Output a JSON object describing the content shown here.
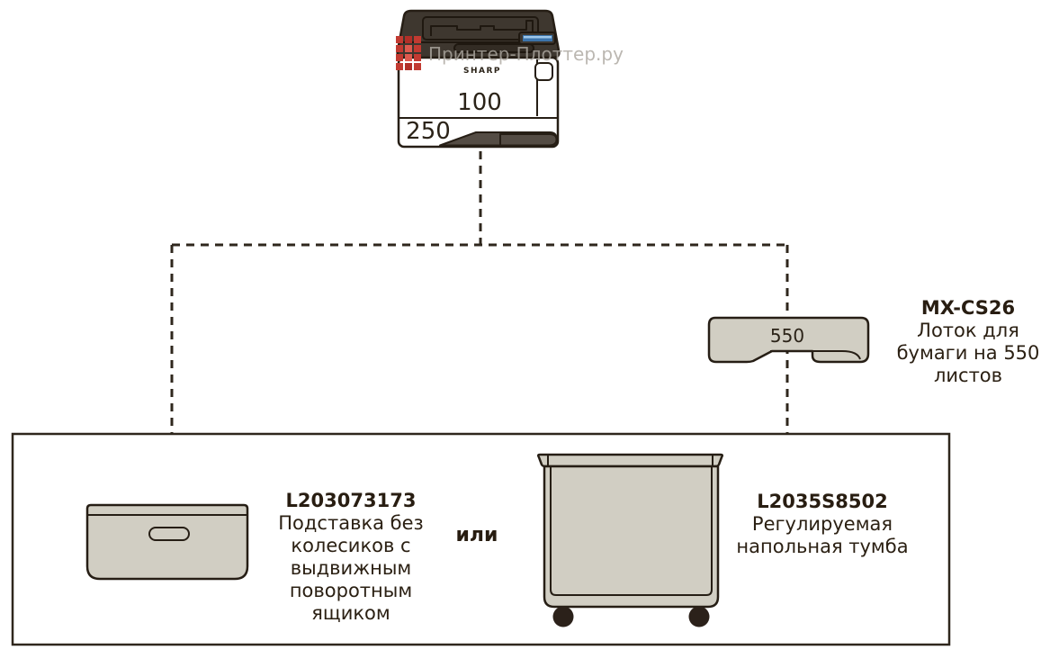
{
  "colors": {
    "outline": "#2f271d",
    "panel_beige": "#d1cec3",
    "printer_dark": "#3e372f",
    "printer_base_dark": "#544c44",
    "accent_blue": "#3c74ab",
    "accent_blue_light": "#9ec7ea",
    "watermark_red": "#c23a31"
  },
  "watermark": {
    "text": "Принтер-Плоттер.ру"
  },
  "printer": {
    "brand": "SHARP",
    "output_tray_capacity": "100",
    "main_tray_capacity": "250"
  },
  "paper_tray_option": {
    "model": "MX-CS26",
    "capacity": "550",
    "description_lines": [
      "Лоток для",
      "бумаги на 550",
      "листов"
    ]
  },
  "or_label": "или",
  "floor_options": {
    "stand": {
      "model": "L203073173",
      "description_lines": [
        "Подставка без",
        "колесиков с",
        "выдвижным",
        "поворотным",
        "ящиком"
      ]
    },
    "cabinet": {
      "model": "L2035S8502",
      "description_lines": [
        "Регулируемая",
        "напольная тумба"
      ]
    }
  }
}
